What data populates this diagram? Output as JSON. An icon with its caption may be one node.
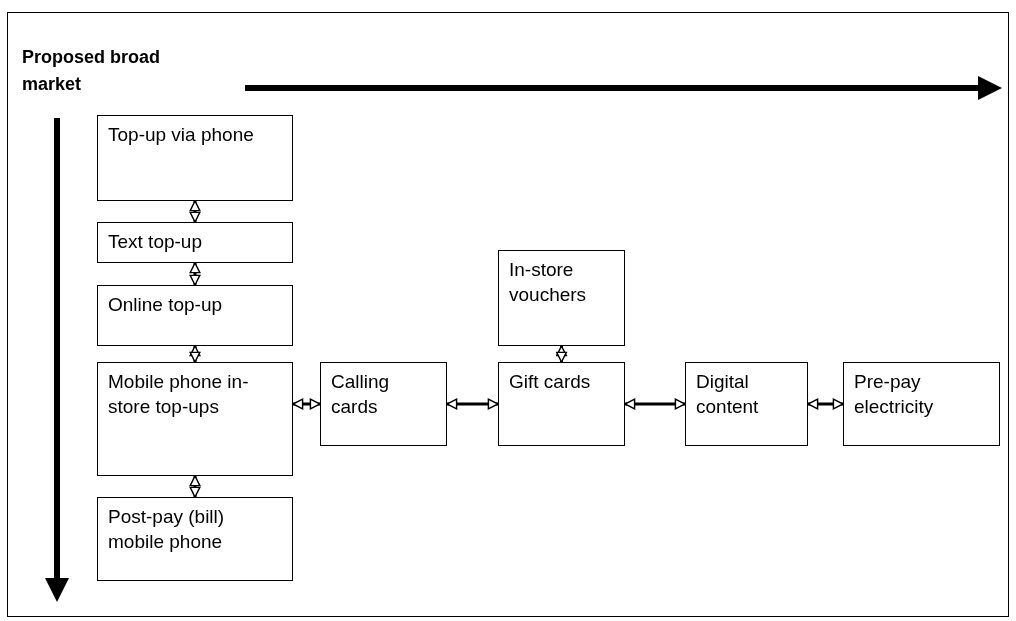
{
  "diagram": {
    "title": "Proposed broad market",
    "nodes": [
      {
        "text": [
          "Top-up via phone"
        ]
      },
      {
        "text": [
          "Text top-up"
        ]
      },
      {
        "text": [
          "Online top-up"
        ]
      },
      {
        "text": [
          "Mobile phone in-store top-ups"
        ]
      },
      {
        "text": [
          "Post-pay (bill) mobile phone"
        ]
      },
      {
        "text": [
          "Calling cards"
        ]
      },
      {
        "text": [
          "In-store vouchers"
        ]
      },
      {
        "text": [
          "Gift cards"
        ]
      },
      {
        "text": [
          "Digital content"
        ]
      },
      {
        "text": [
          "Pre-pay electricity"
        ]
      }
    ],
    "edges": [
      {
        "from": 0,
        "to": 1,
        "arrow": "both"
      },
      {
        "from": 1,
        "to": 2,
        "arrow": "both"
      },
      {
        "from": 2,
        "to": 3,
        "arrow": "both"
      },
      {
        "from": 3,
        "to": 4,
        "arrow": "both"
      },
      {
        "from": 3,
        "to": 5,
        "arrow": "both"
      },
      {
        "from": 5,
        "to": 7,
        "arrow": "both"
      },
      {
        "from": 6,
        "to": 7,
        "arrow": "both"
      },
      {
        "from": 7,
        "to": 8,
        "arrow": "both"
      },
      {
        "from": 8,
        "to": 9,
        "arrow": "both"
      }
    ]
  }
}
